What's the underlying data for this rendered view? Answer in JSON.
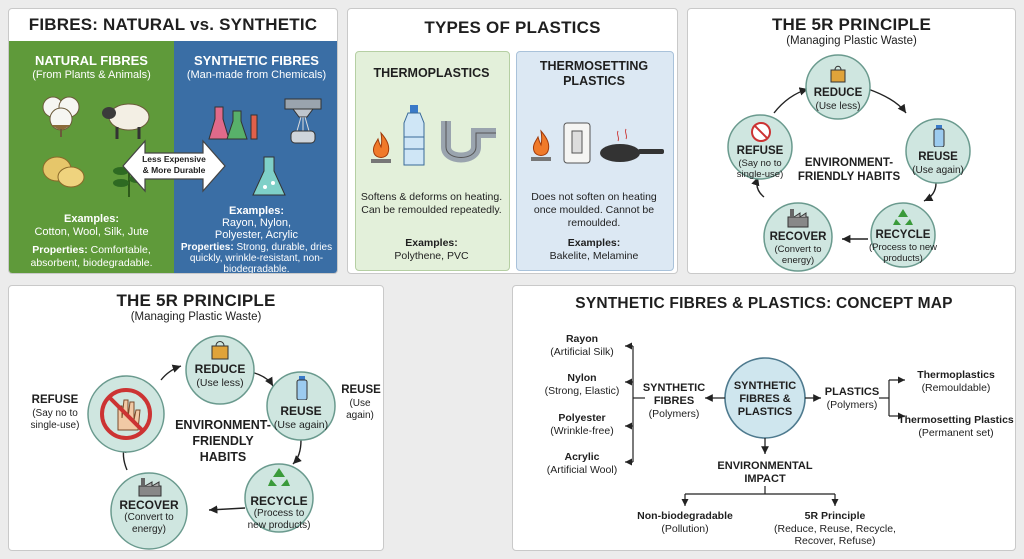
{
  "fibres": {
    "title": "FIBRES: NATURAL vs. SYNTHETIC",
    "natural": {
      "heading": "NATURAL FIBRES",
      "sub": "(From Plants & Animals)",
      "examples_label": "Examples:",
      "examples": "Cotton, Wool, Silk, Jute",
      "properties_label": "Properties:",
      "properties": "Comfortable, absorbent, biodegradable."
    },
    "synthetic": {
      "heading": "SYNTHETIC FIBRES",
      "sub": "(Man-made from Chemicals)",
      "examples_label": "Examples:",
      "examples_line1": "Rayon, Nylon,",
      "examples_line2": "Polyester, Acrylic",
      "properties_label": "Properties:",
      "properties": "Strong, durable, dries quickly, wrinkle-resistant, non-biodegradable."
    },
    "arrow_line1": "Less Expensive",
    "arrow_line2": "& More Durable",
    "colors": {
      "natural": "#5f9a3a",
      "synthetic": "#3a6ea5"
    }
  },
  "plastics": {
    "title": "TYPES OF PLASTICS",
    "thermo": {
      "heading": "THERMOPLASTICS",
      "desc": "Softens & deforms on heating. Can be remoulded repeatedly.",
      "examples_label": "Examples:",
      "examples": "Polythene, PVC"
    },
    "thermoset": {
      "heading_line1": "THERMOSETTING",
      "heading_line2": "PLASTICS",
      "desc": "Does not soften on heating once moulded. Cannot be remoulded.",
      "examples_label": "Examples:",
      "examples": "Bakelite, Melamine"
    }
  },
  "five_r_small": {
    "title": "THE 5R PRINCIPLE",
    "sub": "(Managing Plastic Waste)",
    "center_line1": "ENVIRONMENT-",
    "center_line2": "FRIENDLY HABITS",
    "reduce": {
      "label": "REDUCE",
      "sub": "(Use less)"
    },
    "reuse": {
      "label": "REUSE",
      "sub": "(Use again)"
    },
    "recycle": {
      "label": "RECYCLE",
      "sub_line1": "(Process to new",
      "sub_line2": "products)"
    },
    "recover": {
      "label": "RECOVER",
      "sub_line1": "(Convert to",
      "sub_line2": "energy)"
    },
    "refuse": {
      "label": "REFUSE",
      "sub_line1": "(Say no to",
      "sub_line2": "single-use)"
    }
  },
  "five_r_large": {
    "title": "THE 5R PRINCIPLE",
    "sub": "(Managing Plastic Waste)",
    "center_line1": "ENVIRONMENT-",
    "center_line2": "FRIENDLY",
    "center_line3": "HABITS",
    "reduce": {
      "label": "REDUCE",
      "sub": "(Use less)"
    },
    "reuse": {
      "label": "REUSE",
      "sub": "(Use again)",
      "side_label": "REUSE",
      "side_sub": "(Use again)"
    },
    "recycle": {
      "label": "RECYCLE",
      "sub_line1": "(Process to",
      "sub_line2": "new products)"
    },
    "recover": {
      "label": "RECOVER",
      "sub_line1": "(Convert to",
      "sub_line2": "energy)"
    },
    "refuse": {
      "side_label": "REFUSE",
      "side_sub_line1": "(Say no to",
      "side_sub_line2": "single-use)"
    }
  },
  "concept_map": {
    "title": "SYNTHETIC FIBRES & PLASTICS: CONCEPT MAP",
    "center_line1": "SYNTHETIC",
    "center_line2": "FIBRES &",
    "center_line3": "PLASTICS",
    "synthetic_line1": "SYNTHETIC",
    "synthetic_line2": "FIBRES",
    "synthetic_sub": "(Polymers)",
    "plastics_label": "PLASTICS",
    "plastics_sub": "(Polymers)",
    "fibres": [
      {
        "name": "Rayon",
        "sub": "(Artificial Silk)"
      },
      {
        "name": "Nylon",
        "sub": "(Strong, Elastic)"
      },
      {
        "name": "Polyester",
        "sub": "(Wrinkle-free)"
      },
      {
        "name": "Acrylic",
        "sub": "(Artificial Wool)"
      }
    ],
    "plastic_types": [
      {
        "name": "Thermoplastics",
        "sub": "(Remouldable)"
      },
      {
        "name": "Thermosetting Plastics",
        "sub": "(Permanent set)"
      }
    ],
    "impact_line1": "ENVIRONMENTAL",
    "impact_line2": "IMPACT",
    "nonbio_name": "Non-biodegradable",
    "nonbio_sub": "(Pollution)",
    "fiver_name": "5R Principle",
    "fiver_sub_line1": "(Reduce, Reuse, Recycle,",
    "fiver_sub_line2": "Recover, Refuse)"
  }
}
